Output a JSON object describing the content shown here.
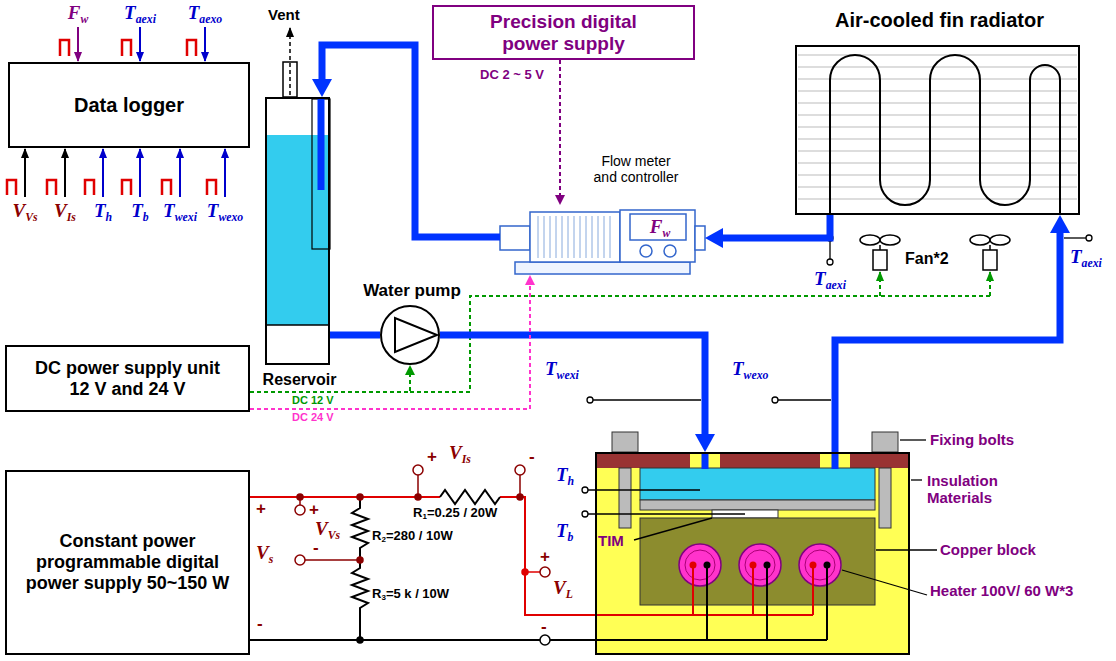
{
  "diagram": {
    "nodes": [
      {
        "text": [
          "Data logger"
        ]
      },
      {
        "text": [
          "Precision digital power supply"
        ]
      },
      {
        "text": [
          "Flow meter and controller",
          "Fw"
        ]
      },
      {
        "text": [
          "Air-cooled fin radiator"
        ]
      },
      {
        "text": [
          "Reservoir"
        ]
      },
      {
        "text": [
          "Water pump"
        ]
      },
      {
        "text": [
          "DC power supply unit 12 V and 24 V"
        ]
      },
      {
        "text": [
          "Constant power programmable digital power supply 50~150 W"
        ]
      },
      {
        "text": [
          "Insulation Materials"
        ]
      }
    ],
    "edges": [
      {
        "from": 2,
        "to": 4,
        "arrow": "to"
      },
      {
        "from": 3,
        "to": 2,
        "arrow": "to"
      },
      {
        "from": 4,
        "to": 5,
        "arrow": "none"
      },
      {
        "from": 5,
        "to": 8,
        "arrow": "to"
      },
      {
        "from": 8,
        "to": 3,
        "arrow": "to"
      },
      {
        "from": 1,
        "to": 2,
        "label": "DC 2 ~ 5 V",
        "arrow": "to"
      },
      {
        "from": 6,
        "to": 5,
        "label": "DC 12 V",
        "arrow": "to"
      },
      {
        "from": 6,
        "to": 2,
        "label": "DC 24 V",
        "arrow": "to"
      }
    ],
    "labels": [
      "Vent",
      "Fw",
      "Taexi",
      "Taexo",
      "VVs",
      "VIs",
      "Th",
      "Tb",
      "Twexi",
      "Twexo",
      "Taexi",
      "Fan*2",
      "Taexi",
      "Twexi",
      "Twexo",
      "Fixing bolts",
      "Th",
      "Tb",
      "TIM",
      "Copper block",
      "Heater 100V/ 60 W*3",
      "+",
      "VIs",
      "-",
      "+",
      "Vs",
      "-",
      "+",
      "VVs",
      "-",
      "R1=0.25 / 20W",
      "R2=280 / 10W",
      "R3=5 k / 10W",
      "+",
      "VL",
      "-"
    ]
  }
}
